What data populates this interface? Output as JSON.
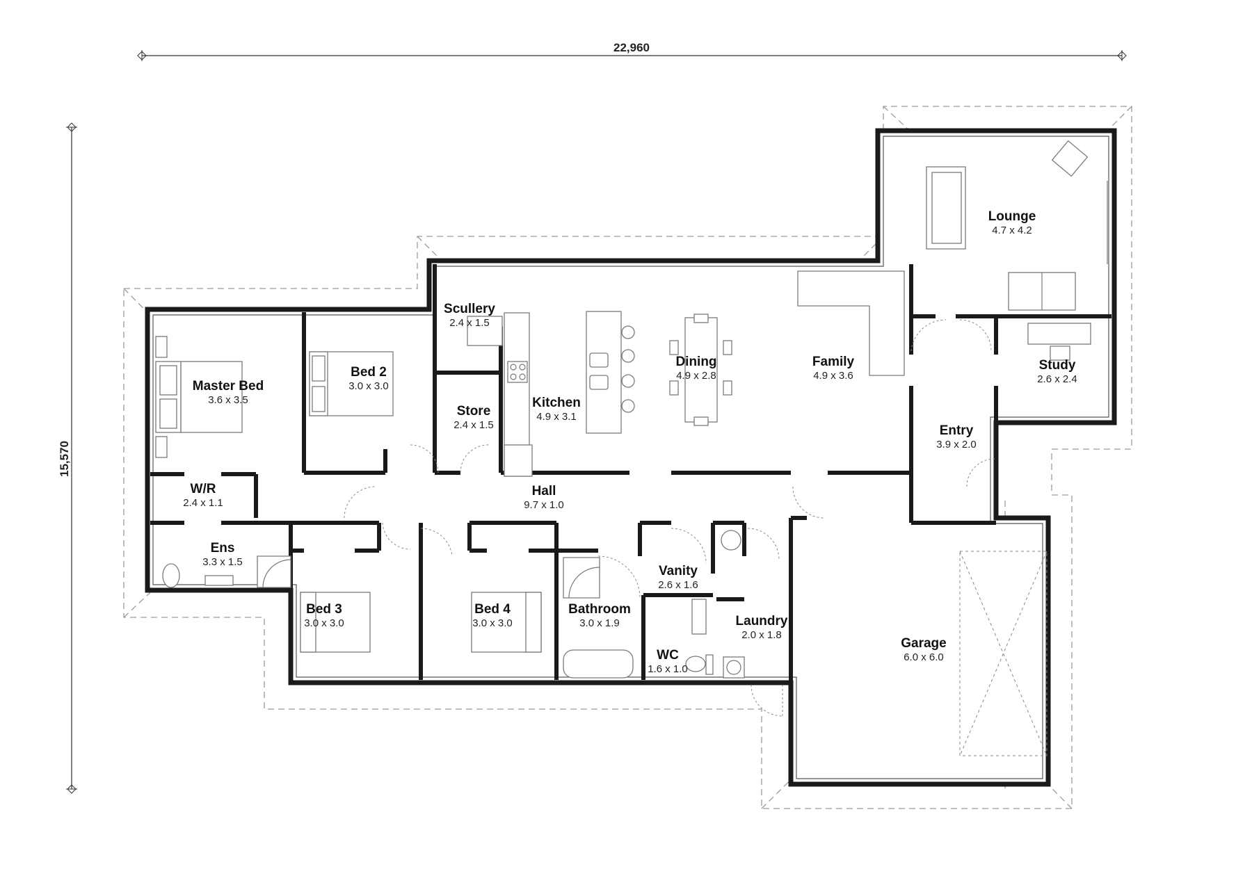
{
  "dimensions": {
    "width": "22,960",
    "height": "15,570"
  },
  "rooms": [
    {
      "id": "lounge",
      "name": "Lounge",
      "size": "4.7 x 4.2"
    },
    {
      "id": "scullery",
      "name": "Scullery",
      "size": "2.4 x 1.5"
    },
    {
      "id": "dining",
      "name": "Dining",
      "size": "4.9 x 2.8"
    },
    {
      "id": "family",
      "name": "Family",
      "size": "4.9 x 3.6"
    },
    {
      "id": "master-bed",
      "name": "Master Bed",
      "size": "3.6 x 3.5"
    },
    {
      "id": "bed-2",
      "name": "Bed 2",
      "size": "3.0 x 3.0"
    },
    {
      "id": "study",
      "name": "Study",
      "size": "2.6 x 2.4"
    },
    {
      "id": "store",
      "name": "Store",
      "size": "2.4 x 1.5"
    },
    {
      "id": "kitchen",
      "name": "Kitchen",
      "size": "4.9 x 3.1"
    },
    {
      "id": "entry",
      "name": "Entry",
      "size": "3.9 x 2.0"
    },
    {
      "id": "wr",
      "name": "W/R",
      "size": "2.4 x 1.1"
    },
    {
      "id": "hall",
      "name": "Hall",
      "size": "9.7 x 1.0"
    },
    {
      "id": "ens",
      "name": "Ens",
      "size": "3.3 x 1.5"
    },
    {
      "id": "vanity",
      "name": "Vanity",
      "size": "2.6 x 1.6"
    },
    {
      "id": "bed-3",
      "name": "Bed 3",
      "size": "3.0 x 3.0"
    },
    {
      "id": "bed-4",
      "name": "Bed 4",
      "size": "3.0 x 3.0"
    },
    {
      "id": "bathroom",
      "name": "Bathroom",
      "size": "3.0 x 1.9"
    },
    {
      "id": "laundry",
      "name": "Laundry",
      "size": "2.0 x 1.8"
    },
    {
      "id": "garage",
      "name": "Garage",
      "size": "6.0 x 6.0"
    },
    {
      "id": "wc",
      "name": "WC",
      "size": "1.6 x 1.0"
    }
  ]
}
